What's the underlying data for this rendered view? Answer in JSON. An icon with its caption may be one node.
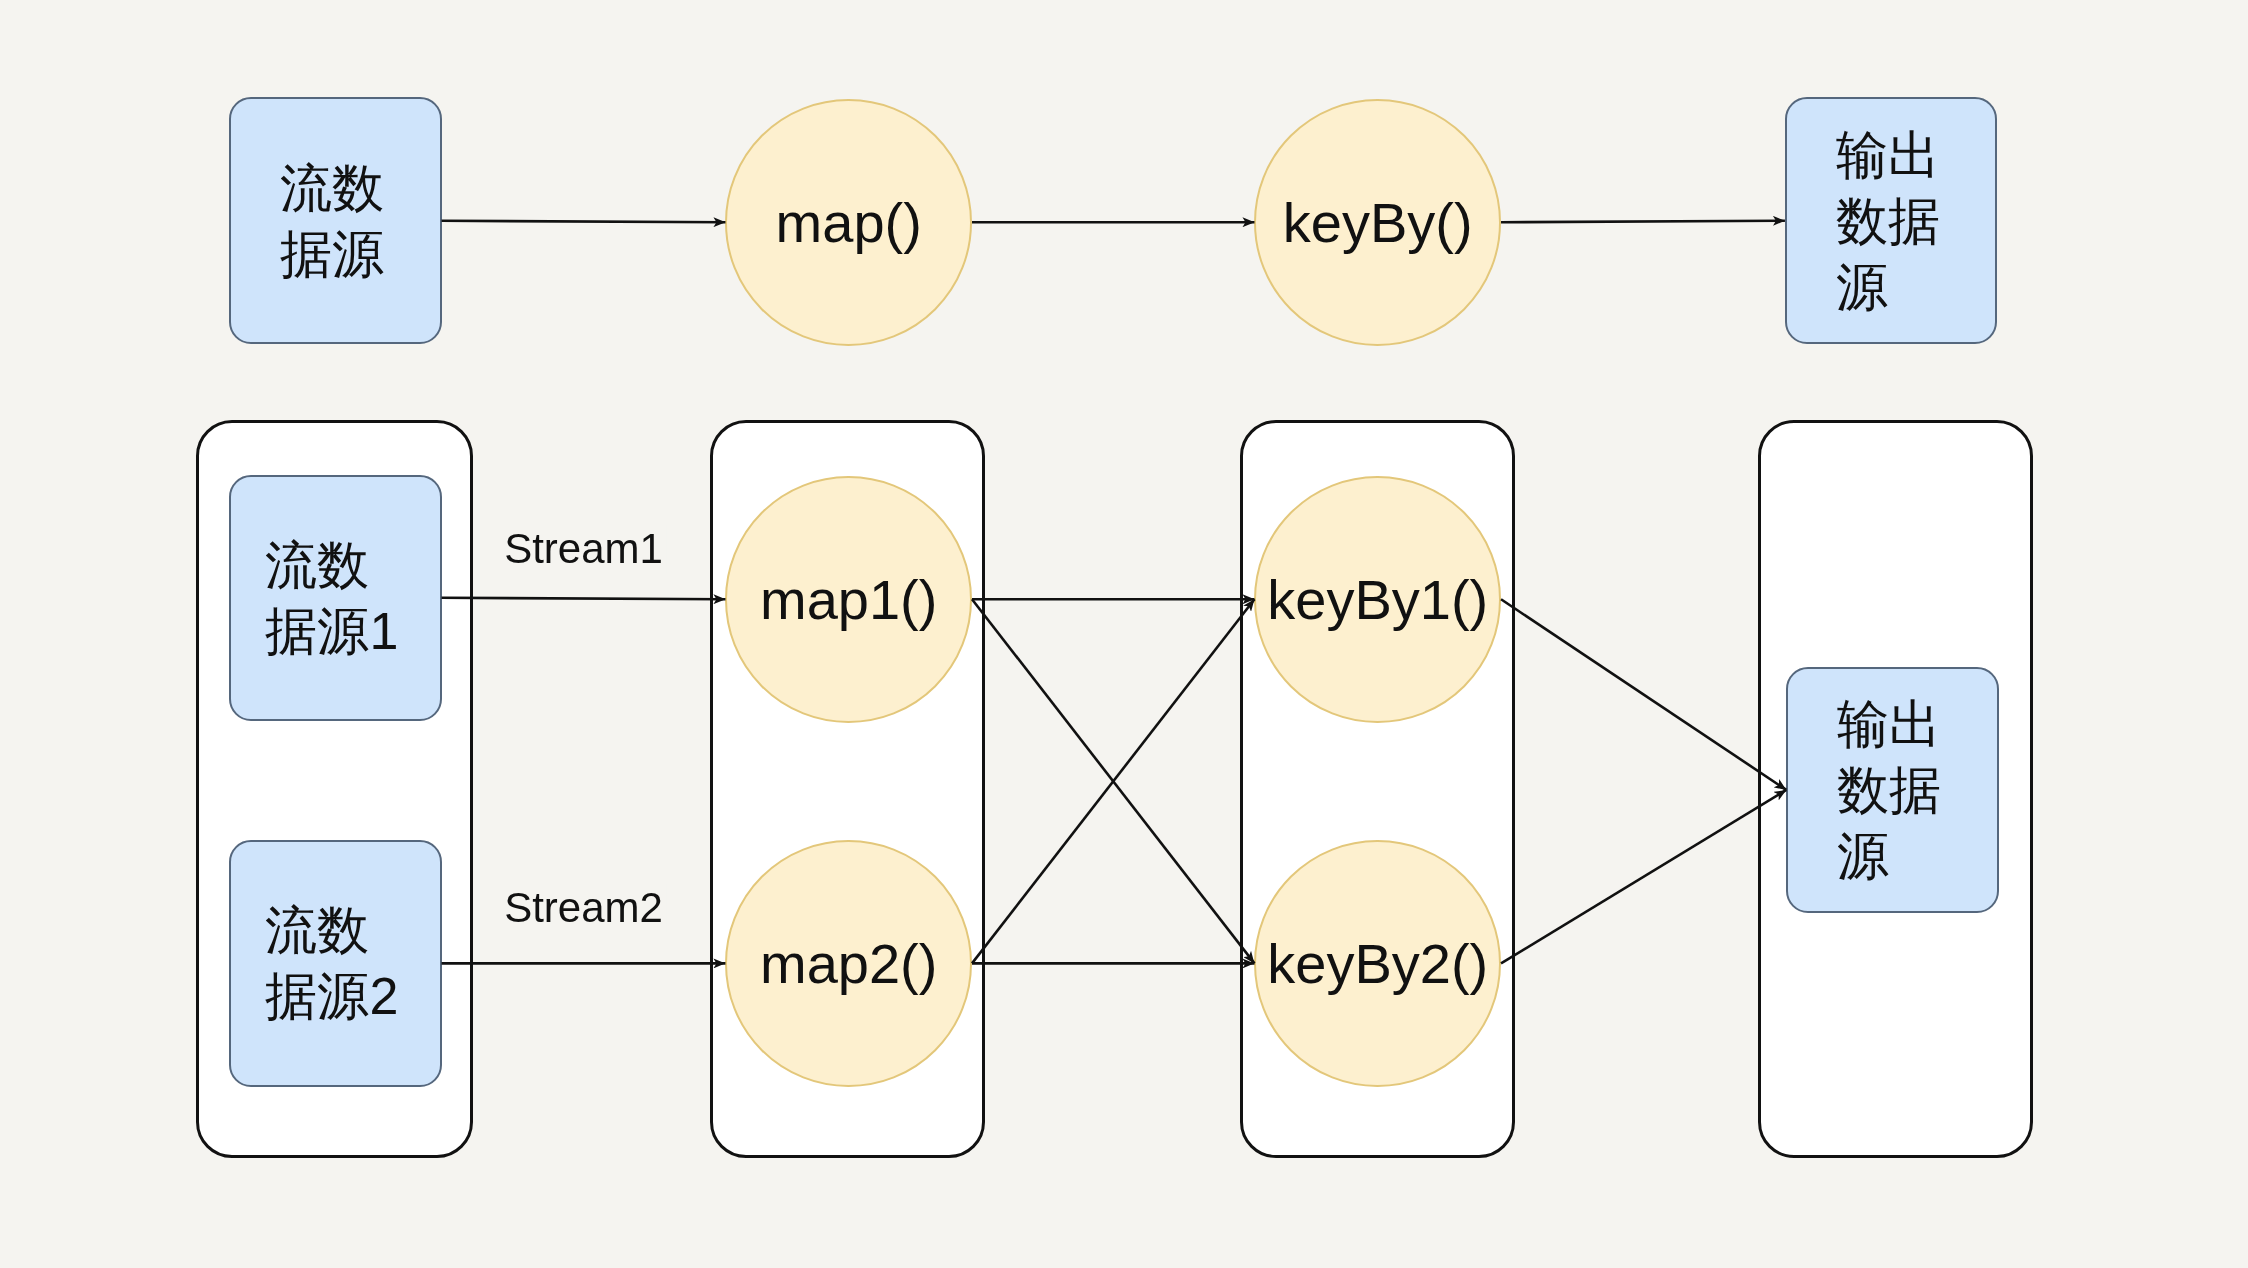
{
  "diagram": {
    "nodes": [
      {
        "text": [
          "流数据源"
        ]
      },
      {
        "text": [
          "map()"
        ]
      },
      {
        "text": [
          "keyBy()"
        ]
      },
      {
        "text": [
          "输出数据源"
        ]
      },
      {
        "text": [],
        "shape": "box"
      },
      {
        "text": [
          "流数据源1"
        ],
        "in": 4
      },
      {
        "text": [
          "流数据源2"
        ],
        "in": 4
      },
      {
        "text": [],
        "shape": "box"
      },
      {
        "text": [
          "map1()"
        ],
        "in": 7
      },
      {
        "text": [
          "map2()"
        ],
        "in": 7
      },
      {
        "text": [],
        "shape": "box"
      },
      {
        "text": [
          "keyBy1()"
        ],
        "in": 10
      },
      {
        "text": [
          "keyBy2()"
        ],
        "in": 10
      },
      {
        "text": [],
        "shape": "box"
      },
      {
        "text": [
          "输出数据源"
        ],
        "in": 13
      }
    ],
    "edges": [
      {
        "from": 0,
        "to": 1,
        "arrow": "to"
      },
      {
        "from": 1,
        "to": 2,
        "arrow": "to"
      },
      {
        "from": 2,
        "to": 3,
        "arrow": "to"
      },
      {
        "from": 5,
        "to": 8,
        "arrow": "to",
        "label": "Stream1"
      },
      {
        "from": 6,
        "to": 9,
        "arrow": "to",
        "label": "Stream2"
      },
      {
        "from": 8,
        "to": 11,
        "arrow": "to"
      },
      {
        "from": 8,
        "to": 12,
        "arrow": "to"
      },
      {
        "from": 9,
        "to": 11,
        "arrow": "to"
      },
      {
        "from": 9,
        "to": 12,
        "arrow": "to"
      },
      {
        "from": 11,
        "to": 14,
        "arrow": "to"
      },
      {
        "from": 12,
        "to": 14,
        "arrow": "to"
      }
    ]
  }
}
